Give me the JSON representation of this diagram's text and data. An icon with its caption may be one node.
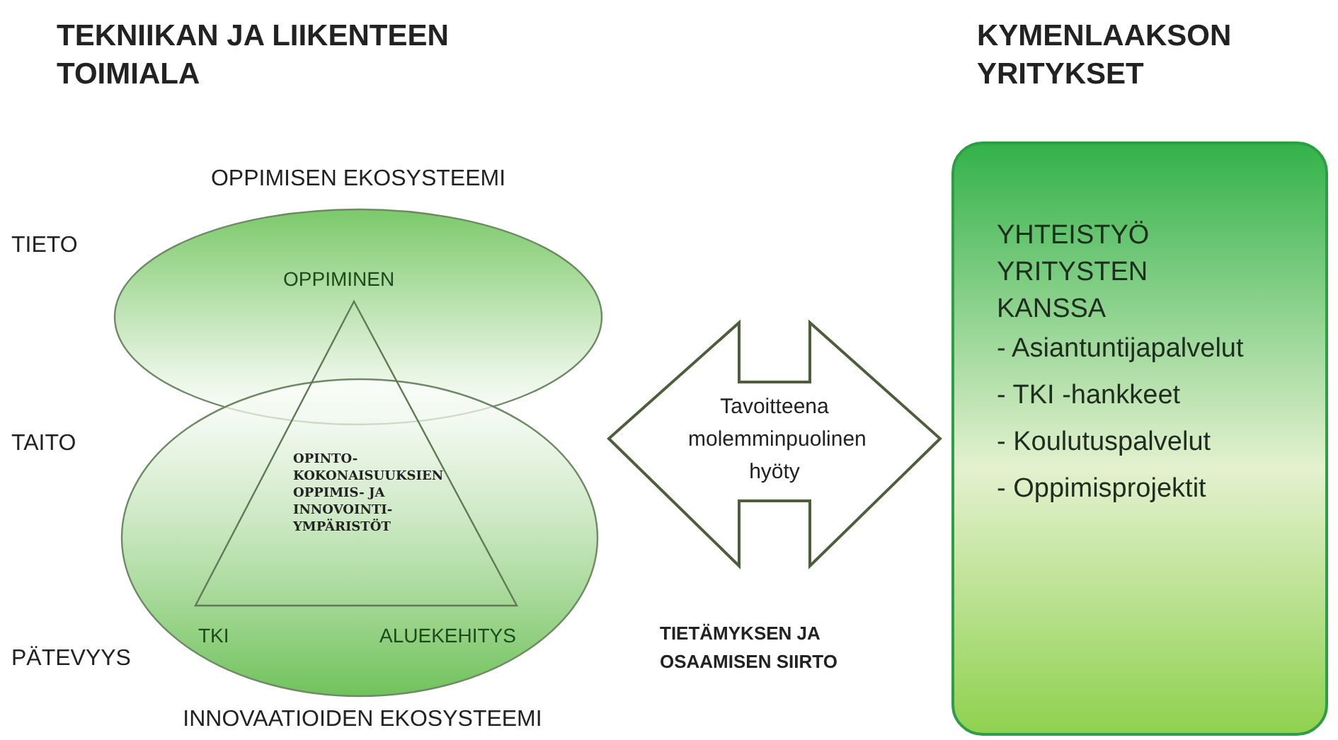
{
  "diagram": {
    "nodes": [
      {
        "text": [
          "OPPIMISEN EKOSYSTEEMI"
        ]
      },
      {
        "text": [
          "INNOVAATIOIDEN EKOSYSTEEMI"
        ]
      },
      {
        "text": [
          "OPINTO- KOKONAISUUKSIEN OPPIMIS- JA INNOVOINTI- YMPÄRISTÖT"
        ]
      },
      {
        "text": [
          "Tavoitteena molemminpuolinen hyöty"
        ],
        "beside": [
          "TIETÄMYKSEN JA OSAAMISEN SIIRTO"
        ]
      },
      {
        "text": [
          "YHTEISTYÖ YRITYSTEN KANSSA",
          "- Asiantuntijapalvelut",
          "- TKI -hankkeet",
          "- Koulutuspalvelut",
          "- Oppimisprojektit"
        ]
      }
    ],
    "labels": [
      "TEKNIIKAN JA LIIKENTEEN TOIMIALA",
      "KYMENLAAKSON YRITYKSET",
      "TIETO",
      "OPPIMINEN",
      "TAITO",
      "TKI",
      "ALUEKEHITYS",
      "PÄTEVYYS"
    ]
  }
}
